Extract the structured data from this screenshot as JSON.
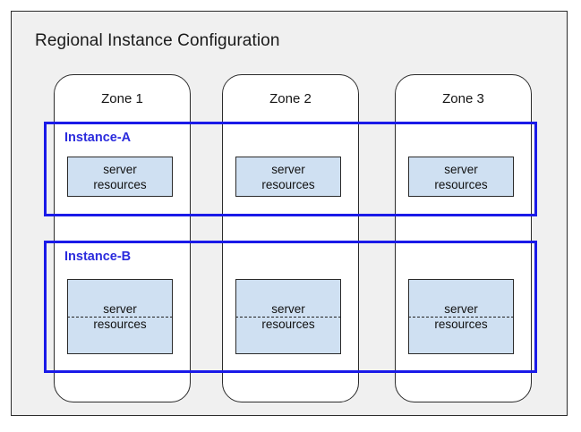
{
  "diagram": {
    "title": "Regional Instance Configuration",
    "background_color": "#f0f0f0",
    "accent_color": "#1a1ae8",
    "resource_fill_color": "#cfe0f2",
    "zones": [
      {
        "label": "Zone 1"
      },
      {
        "label": "Zone 2"
      },
      {
        "label": "Zone 3"
      }
    ],
    "instances": [
      {
        "label": "Instance-A",
        "resources": [
          {
            "text": "server\nresources"
          },
          {
            "text": "server\nresources"
          },
          {
            "text": "server\nresources"
          }
        ]
      },
      {
        "label": "Instance-B",
        "resources": [
          {
            "text": "server\nresources"
          },
          {
            "text": "server\nresources"
          },
          {
            "text": "server\nresources"
          }
        ]
      }
    ]
  }
}
